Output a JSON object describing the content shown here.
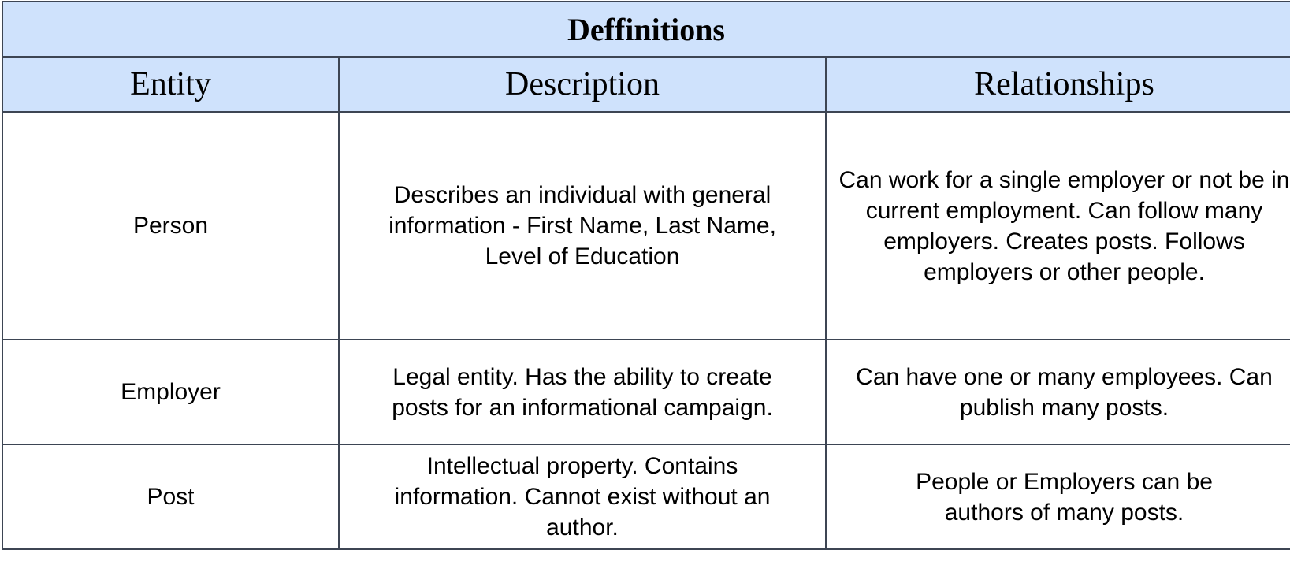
{
  "table": {
    "title": "Deffinitions",
    "headers": [
      "Entity",
      "Description",
      "Relationships"
    ],
    "rows": [
      {
        "entity": "Person",
        "description": "Describes an individual with general information - First Name, Last Name, Level of Education",
        "relationships": "Can work for a single employer or not be in current employment. Can follow many employers. Creates posts. Follows employers or other people."
      },
      {
        "entity": "Employer",
        "description": "Legal entity. Has the ability to create posts for an informational campaign.",
        "relationships": "Can have one or many employees. Can publish many posts."
      },
      {
        "entity": "Post",
        "description": "Intellectual property. Contains information. Cannot exist without an author.",
        "relationships": "People or Employers can be authors of many posts."
      }
    ]
  },
  "colors": {
    "header_background": "#cfe2fc",
    "border": "#3d4553"
  }
}
